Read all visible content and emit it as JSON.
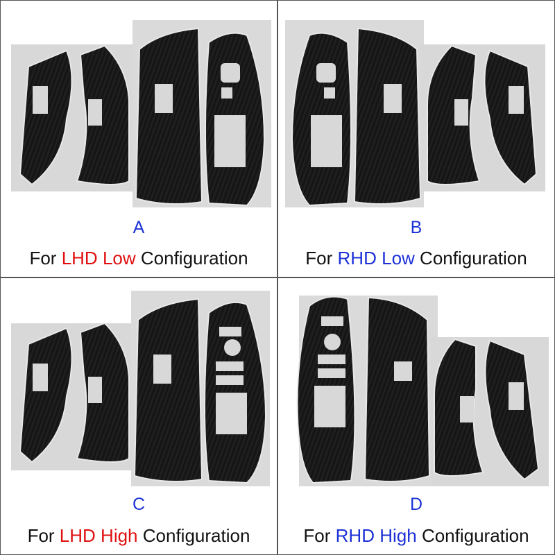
{
  "panels": [
    {
      "letter": "A",
      "prefix": "For",
      "hand": "LHD",
      "level": "Low",
      "suffix": "Configuration",
      "highlight_color": "#e01010"
    },
    {
      "letter": "B",
      "prefix": "For",
      "hand": "RHD",
      "level": "Low",
      "suffix": "Configuration",
      "highlight_color": "#1c31d6"
    },
    {
      "letter": "C",
      "prefix": "For",
      "hand": "LHD",
      "level": "High",
      "suffix": "Configuration",
      "highlight_color": "#e01010"
    },
    {
      "letter": "D",
      "prefix": "For",
      "hand": "RHD",
      "level": "High",
      "suffix": "Configuration",
      "highlight_color": "#1c31d6"
    }
  ],
  "colors": {
    "letter": "#1c31d6",
    "caption": "#111111",
    "sticker_sheet": "#d9d9d9",
    "carbon": "#141414"
  }
}
